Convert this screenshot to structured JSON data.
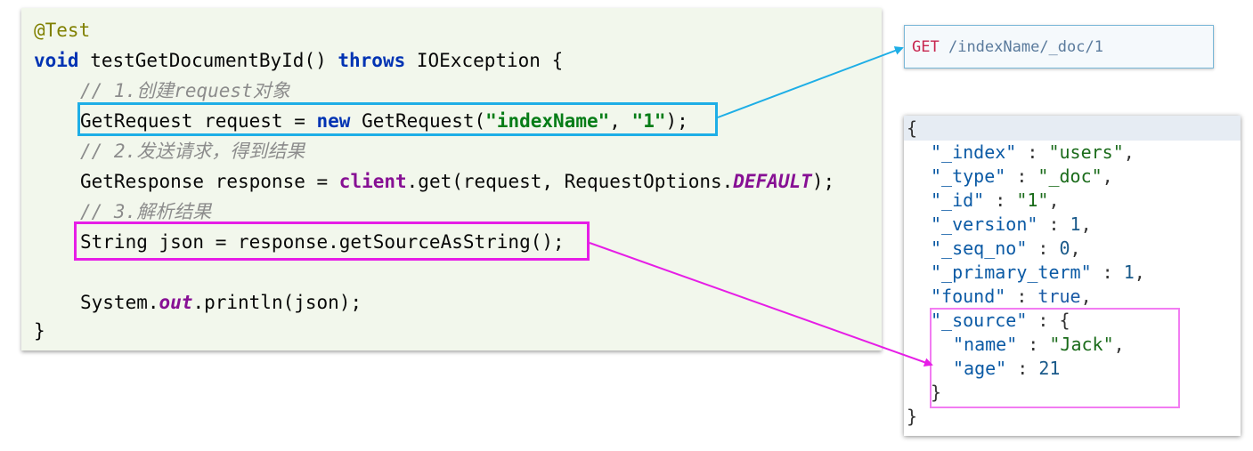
{
  "code": {
    "annotation": "@Test",
    "l2_void": "void",
    "l2_sig": " testGetDocumentById() ",
    "l2_throws": "throws",
    "l2_exc": " IOException {",
    "comment1": "// 1.创建request对象",
    "l4_pre": "GetRequest request = ",
    "l4_new": "new",
    "l4_mid": " GetRequest(",
    "l4_str1": "\"indexName\"",
    "l4_comma": ", ",
    "l4_str2": "\"1\"",
    "l4_end": ");",
    "comment2": "// 2.发送请求，得到结果",
    "l6_pre": "GetResponse response = ",
    "l6_client": "client",
    "l6_mid": ".get(request, RequestOptions.",
    "l6_const": "DEFAULT",
    "l6_end": ");",
    "comment3": "// 3.解析结果",
    "l8": "String json = response.getSourceAsString();",
    "l10_pre": "System.",
    "l10_out": "out",
    "l10_end": ".println(json);",
    "close": "}"
  },
  "request": {
    "method": "GET",
    "path": "/indexName/_doc/1"
  },
  "response_json": {
    "open": "{",
    "index_key": "\"_index\"",
    "index_val": "\"users\"",
    "type_key": "\"_type\"",
    "type_val": "\"_doc\"",
    "id_key": "\"_id\"",
    "id_val": "\"1\"",
    "version_key": "\"_version\"",
    "version_val": "1",
    "seq_key": "\"_seq_no\"",
    "seq_val": "0",
    "term_key": "\"_primary_term\"",
    "term_val": "1",
    "found_key": "\"found\"",
    "found_val": "true",
    "source_key": "\"_source\"",
    "source_open": "{",
    "name_key": "\"name\"",
    "name_val": "\"Jack\"",
    "age_key": "\"age\"",
    "age_val": "21",
    "source_close": "}",
    "close": "}"
  },
  "colors": {
    "blue_highlight": "#1eaee6",
    "magenta_highlight": "#e61ee6"
  }
}
